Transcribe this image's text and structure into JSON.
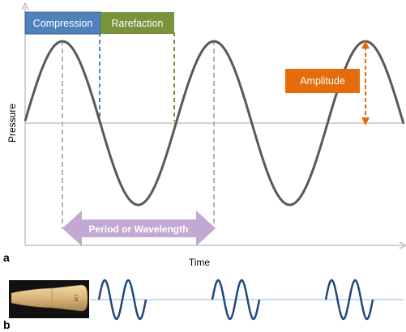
{
  "panel_a": {
    "panel_label": "a",
    "ylabel": "Pressure",
    "xlabel": "Time",
    "labels": {
      "compression": "Compression",
      "rarefaction": "Rarefaction",
      "amplitude": "Amplitude",
      "period": "Period or Wavelength"
    },
    "colors": {
      "compression": "#4F81BD",
      "compression_border": "#385D8A",
      "rarefaction": "#77933C",
      "amplitude": "#E46C0A",
      "period": "#C3A8D1",
      "wave": "#595959",
      "axis": "#A6A6A6",
      "baseline": "#A6A6A6"
    },
    "cycles_shown": 3
  },
  "panel_b": {
    "panel_label": "b",
    "probe_label": "L38",
    "pulses": 3,
    "cycles_per_pulse": 2,
    "colors": {
      "pulse": "#1F497D",
      "baseline": "#8EB4E3",
      "probe_bg": "#111111",
      "probe_body": "#D9B57A"
    }
  }
}
